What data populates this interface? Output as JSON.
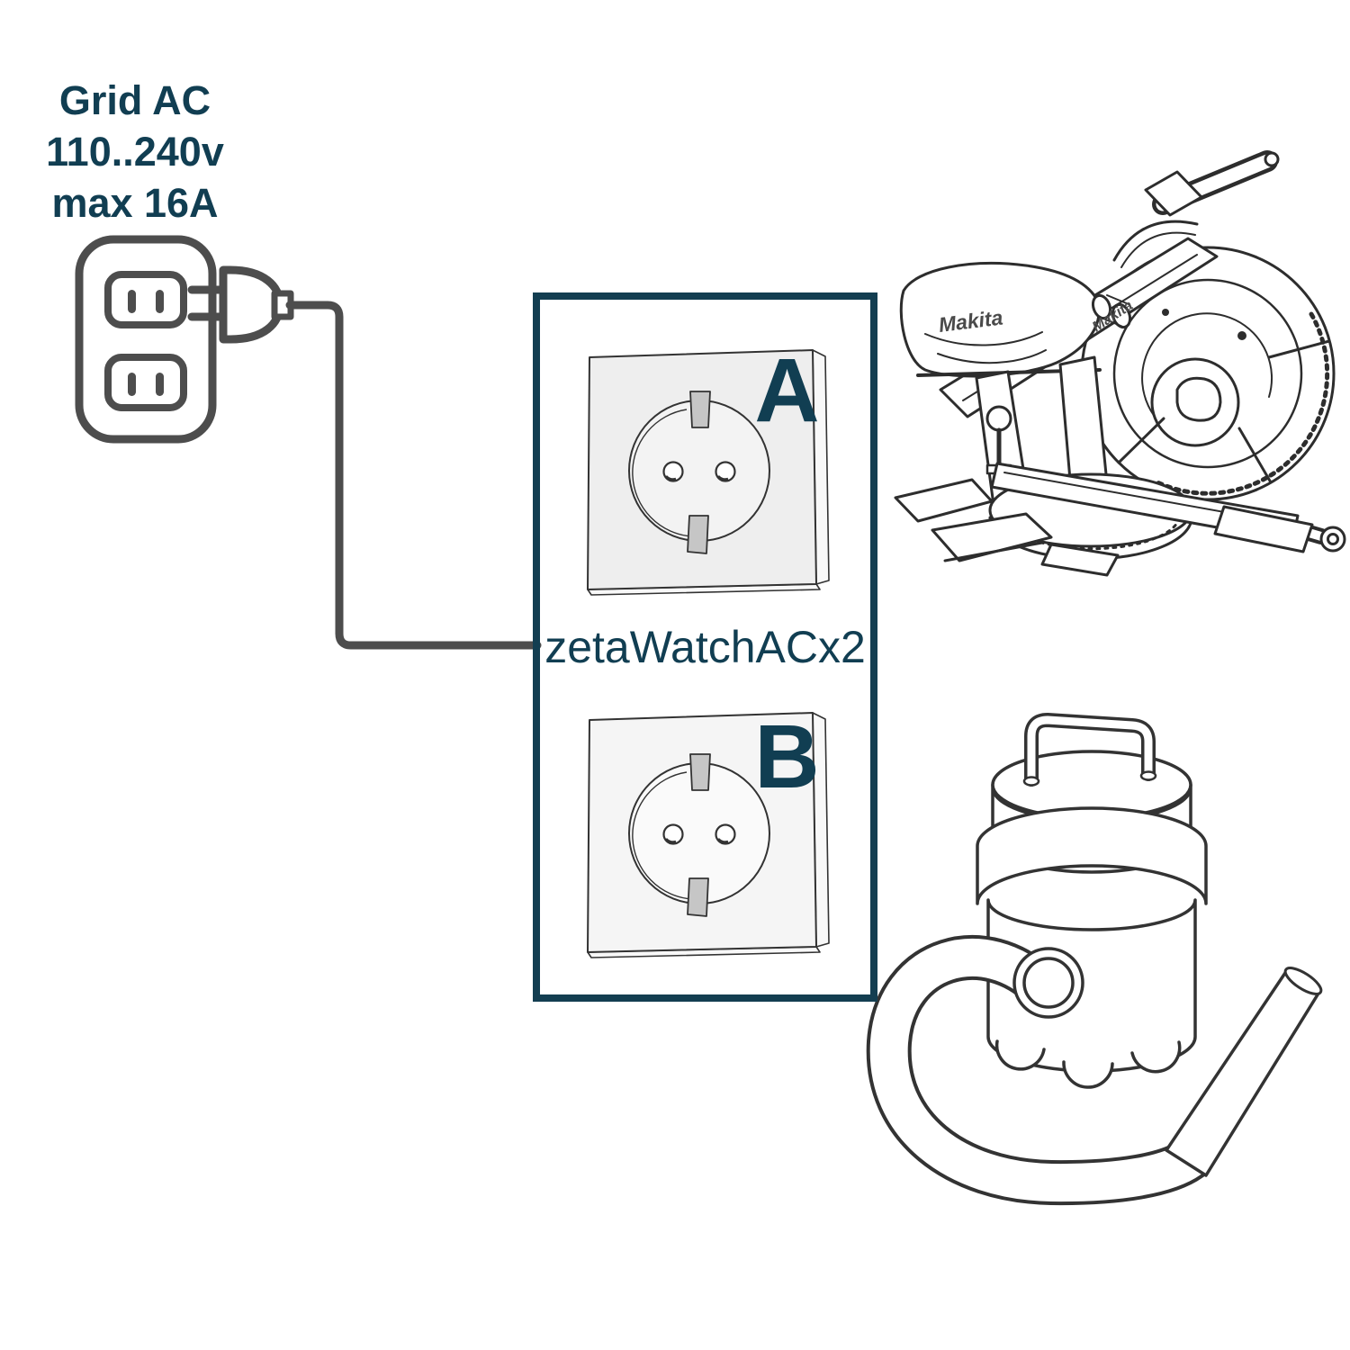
{
  "title_block": {
    "line1": "Grid AC",
    "line2": "110..240v",
    "line3": "max 16A"
  },
  "device": {
    "label": "zetaWatchACx2",
    "socket_a": "A",
    "socket_b": "B"
  },
  "saw": {
    "brand": "Makita"
  },
  "colors": {
    "teal_text": "#113e52",
    "box_border": "#133e51",
    "cord_gray": "#4d4d4d",
    "line_art": "#2d2d2d",
    "plate_fill": "#eeeeee",
    "clip_gray": "#c6c6c6"
  }
}
